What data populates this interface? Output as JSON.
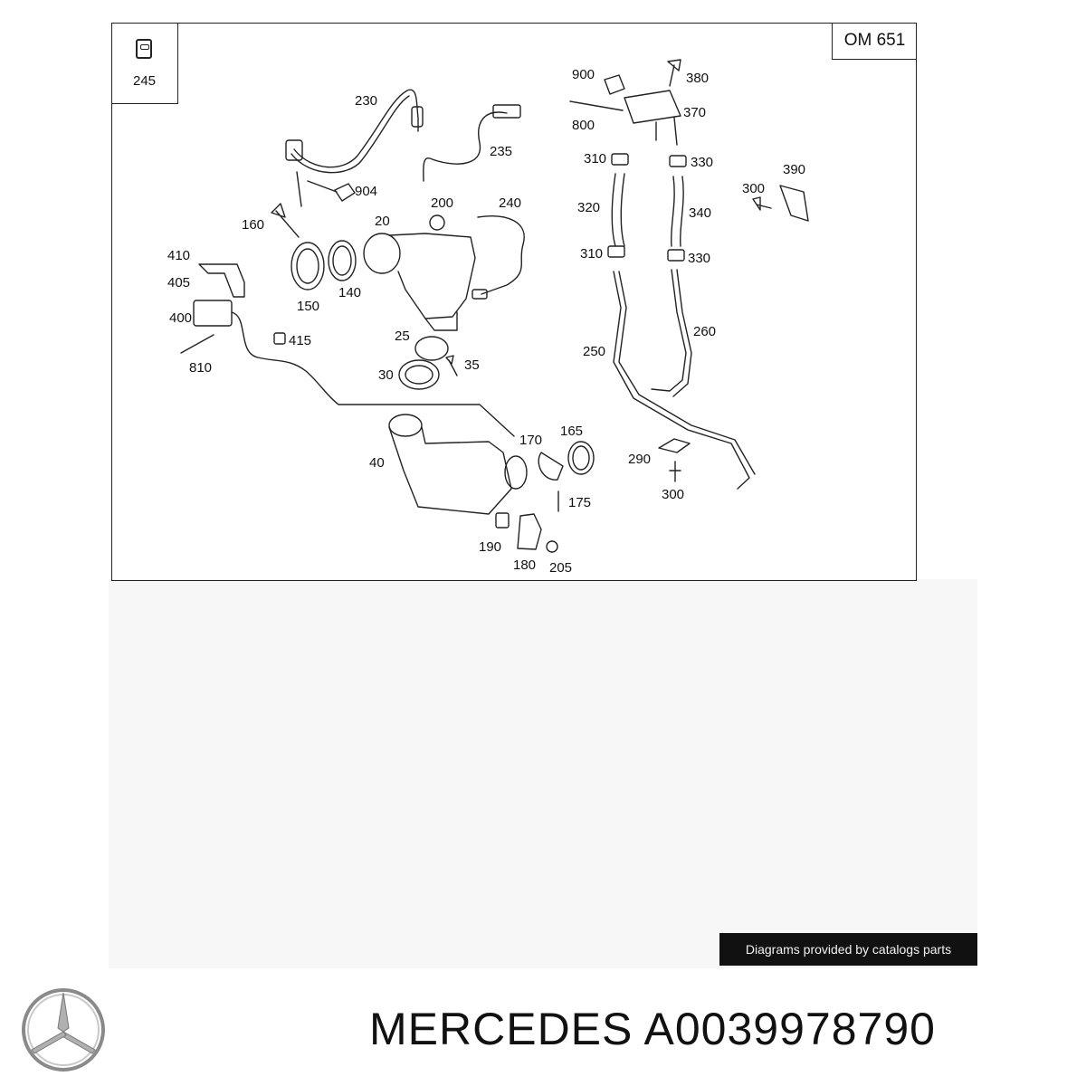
{
  "diagram": {
    "corner_label": "245",
    "engine_label": "OM 651",
    "callouts": [
      {
        "id": "c900",
        "text": "900"
      },
      {
        "id": "c380",
        "text": "380"
      },
      {
        "id": "c800",
        "text": "800"
      },
      {
        "id": "c370",
        "text": "370"
      },
      {
        "id": "c230",
        "text": "230"
      },
      {
        "id": "c235",
        "text": "235"
      },
      {
        "id": "c904",
        "text": "904"
      },
      {
        "id": "c200",
        "text": "200"
      },
      {
        "id": "c240",
        "text": "240"
      },
      {
        "id": "c160",
        "text": "160"
      },
      {
        "id": "c20",
        "text": "20"
      },
      {
        "id": "c410",
        "text": "410"
      },
      {
        "id": "c405",
        "text": "405"
      },
      {
        "id": "c400",
        "text": "400"
      },
      {
        "id": "c150",
        "text": "150"
      },
      {
        "id": "c140",
        "text": "140"
      },
      {
        "id": "c415",
        "text": "415"
      },
      {
        "id": "c810",
        "text": "810"
      },
      {
        "id": "c25",
        "text": "25"
      },
      {
        "id": "c30",
        "text": "30"
      },
      {
        "id": "c35",
        "text": "35"
      },
      {
        "id": "c310a",
        "text": "310"
      },
      {
        "id": "c330a",
        "text": "330"
      },
      {
        "id": "c320",
        "text": "320"
      },
      {
        "id": "c340",
        "text": "340"
      },
      {
        "id": "c310b",
        "text": "310"
      },
      {
        "id": "c330b",
        "text": "330"
      },
      {
        "id": "c390",
        "text": "390"
      },
      {
        "id": "c300a",
        "text": "300"
      },
      {
        "id": "c260",
        "text": "260"
      },
      {
        "id": "c250",
        "text": "250"
      },
      {
        "id": "c170",
        "text": "170"
      },
      {
        "id": "c165",
        "text": "165"
      },
      {
        "id": "c40",
        "text": "40"
      },
      {
        "id": "c290",
        "text": "290"
      },
      {
        "id": "c300b",
        "text": "300"
      },
      {
        "id": "c175",
        "text": "175"
      },
      {
        "id": "c190",
        "text": "190"
      },
      {
        "id": "c180",
        "text": "180"
      },
      {
        "id": "c205",
        "text": "205"
      }
    ]
  },
  "credit": "Diagrams provided by catalogs parts",
  "brand": {
    "title": "MERCEDES A0039978790",
    "logo": "mercedes-star-logo"
  }
}
